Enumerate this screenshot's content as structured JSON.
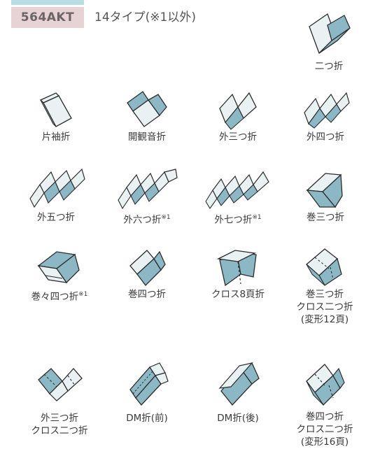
{
  "header": {
    "model": "564AKT",
    "types": "14タイプ(※1以外)"
  },
  "colors": {
    "panel_fill": "#e9f1f3",
    "panel_shaded": "#8cb8c6",
    "outline": "#2b2b2b",
    "badge_bg": "#e7d2d6",
    "strip": "#b9dde4"
  },
  "folds": [
    {
      "label": "二つ折",
      "icon": "half-fold-icon"
    },
    {
      "label": "片袖折",
      "icon": "one-sleeve-fold-icon"
    },
    {
      "label": "開観音折",
      "icon": "open-gate-fold-icon"
    },
    {
      "label": "外三つ折",
      "icon": "z-fold-3-icon"
    },
    {
      "label": "外四つ折",
      "icon": "z-fold-4-icon"
    },
    {
      "label": "外五つ折",
      "icon": "z-fold-5-icon"
    },
    {
      "label": "外六つ折",
      "note": "※1",
      "icon": "z-fold-6-icon"
    },
    {
      "label": "外七つ折",
      "note": "※1",
      "icon": "z-fold-7-icon"
    },
    {
      "label": "巻三つ折",
      "icon": "roll-fold-3-icon"
    },
    {
      "label": "巻々四つ折",
      "note": "※1",
      "icon": "roll-roll-fold-4-icon"
    },
    {
      "label": "巻四つ折",
      "icon": "roll-fold-4-icon"
    },
    {
      "label": "クロス8頁折",
      "icon": "cross-8-page-fold-icon"
    },
    {
      "label": "巻三つ折",
      "label2": "クロス二つ折",
      "label3": "(変形12頁)",
      "icon": "roll-3-cross-2-fold-icon"
    },
    {
      "label": "外三つ折",
      "label2": "クロス二つ折",
      "icon": "z-3-cross-2-fold-icon"
    },
    {
      "label": "DM折(前)",
      "icon": "dm-fold-front-icon"
    },
    {
      "label": "DM折(後)",
      "icon": "dm-fold-back-icon"
    },
    {
      "label": "巻四つ折",
      "label2": "クロス二つ折",
      "label3": "(変形16頁)",
      "icon": "roll-4-cross-2-fold-icon"
    }
  ]
}
